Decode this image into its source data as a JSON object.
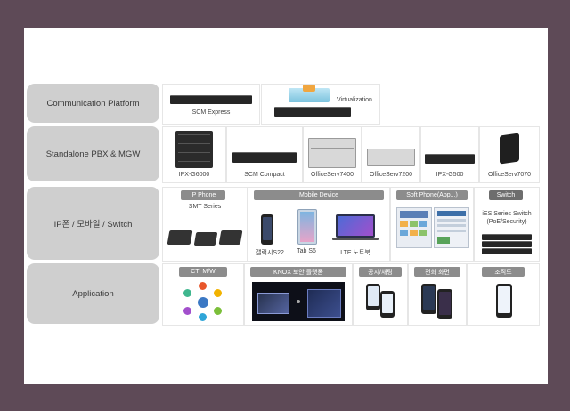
{
  "rows": [
    {
      "label": "Communication Platform"
    },
    {
      "label": "Standalone PBX & MGW"
    },
    {
      "label": "IP폰 / 모바일 / Switch"
    },
    {
      "label": "Application"
    }
  ],
  "platform": {
    "scm_express": "SCM Express",
    "virtualization": "Virtualization"
  },
  "pbx": {
    "ipx_g6000": "IPX-G6000",
    "scm_compact": "SCM Compact",
    "officeserv7400": "OfficeServ7400",
    "officeserv7200": "OfficeServ7200",
    "ipx_g500": "IPX-G500",
    "officeserv7070": "OfficeServ7070"
  },
  "ip": {
    "ip_phone_header": "IP Phone",
    "smt_series": "SMT Series",
    "mobile_header": "Mobile Device",
    "galaxy_s22": "갤럭시S22",
    "tab_s6": "Tab S6",
    "lte_notebook": "LTE 노트북",
    "softphone_header": "Soft Phone(App...)",
    "switch_header": "Switch",
    "switch_line1": "iES Series Switch",
    "switch_line2": "(PoE/Security)"
  },
  "app": {
    "cti_header": "CTI M/W",
    "knox_header": "KNOX 보안 플랫폼",
    "notice_header": "공지/채팅",
    "call_screen_header": "전화 화면",
    "org_chart_header": "조직도"
  },
  "colors": {
    "background": "#5e4a57",
    "label_fill": "#cfcfcf",
    "header_fill": "#8c8c8c"
  }
}
